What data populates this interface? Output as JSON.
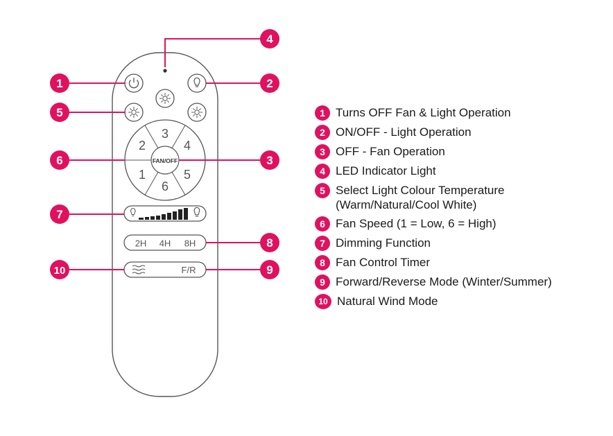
{
  "colors": {
    "accent": "#e0115f",
    "outline": "#555555",
    "callout_text": "#ffffff"
  },
  "remote": {
    "center_button": "FAN/OFF",
    "speeds": [
      "1",
      "2",
      "3",
      "4",
      "5",
      "6"
    ],
    "timers": [
      "2H",
      "4H",
      "8H"
    ],
    "reverse_button": "F/R"
  },
  "callouts": [
    "1",
    "2",
    "3",
    "4",
    "5",
    "6",
    "7",
    "8",
    "9",
    "10"
  ],
  "legend": [
    {
      "num": "1",
      "text": "Turns OFF Fan & Light Operation"
    },
    {
      "num": "2",
      "text": "ON/OFF - Light Operation"
    },
    {
      "num": "3",
      "text": "OFF - Fan Operation"
    },
    {
      "num": "4",
      "text": "LED Indicator Light"
    },
    {
      "num": "5",
      "text": "Select Light Colour Temperature\n(Warm/Natural/Cool White)"
    },
    {
      "num": "6",
      "text": "Fan Speed (1 = Low, 6 = High)"
    },
    {
      "num": "7",
      "text": "Dimming Function"
    },
    {
      "num": "8",
      "text": "Fan Control Timer"
    },
    {
      "num": "9",
      "text": "Forward/Reverse Mode (Winter/Summer)"
    },
    {
      "num": "10",
      "text": "Natural Wind Mode"
    }
  ]
}
